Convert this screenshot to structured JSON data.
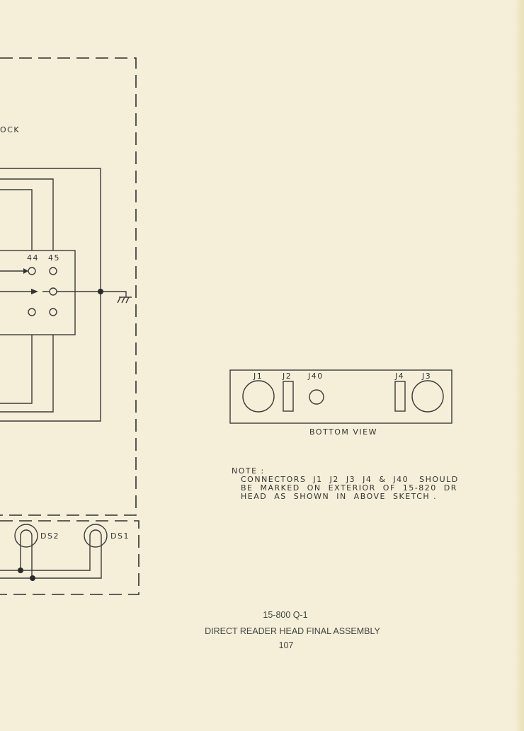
{
  "schematic": {
    "block_label": "OCK",
    "pin_labels": [
      "44",
      "45"
    ],
    "lamps": [
      "DS2",
      "DS1"
    ]
  },
  "bottom_view": {
    "connectors": [
      "J1",
      "J2",
      "J40",
      "J4",
      "J3"
    ],
    "title": "BOTTOM VIEW"
  },
  "note": {
    "heading": "NOTE :",
    "lines": [
      "CONNECTORS  J1  J2  J3  J4  &  J40   SHOULD",
      "BE  MARKED  ON  EXTERIOR  OF  15-820  DR",
      "HEAD  AS  SHOWN  IN  ABOVE  SKETCH ."
    ]
  },
  "caption": {
    "drawing_number": "15-800 Q-1",
    "title": "DIRECT READER HEAD FINAL ASSEMBLY",
    "page_number": "107"
  }
}
